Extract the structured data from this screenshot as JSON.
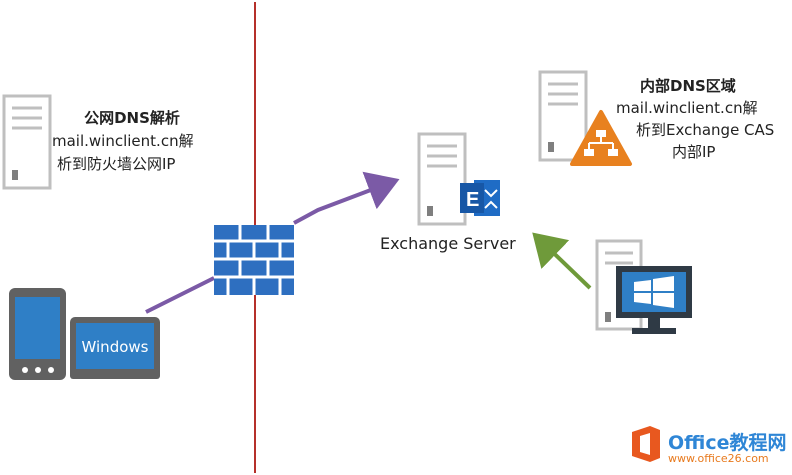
{
  "public_dns": {
    "title": "公网DNS解析",
    "line1": "mail.winclient.cn解",
    "line2": "析到防火墙公网IP"
  },
  "internal_dns": {
    "title": "内部DNS区域",
    "line1": "mail.winclient.cn解",
    "line2": "析到Exchange CAS",
    "line3": "内部IP"
  },
  "exchange_server": {
    "label": "Exchange Server"
  },
  "laptop": {
    "label": "Windows"
  },
  "watermark": {
    "name": "Office教程网",
    "url": "www.office26.com"
  },
  "colors": {
    "border_line": "#b5302a",
    "arrow_external": "#7b5aa6",
    "arrow_internal": "#6f9a3a",
    "firewall": "#2e6fc0",
    "server_gray": "#bfbfbf",
    "dns_orange": "#e8811f",
    "exchange_blue": "#1f6cc5",
    "device_blue": "#2f7fc6"
  },
  "icons": [
    "server-icon",
    "firewall-icon",
    "exchange-logo-icon",
    "dns-zone-icon",
    "windows-logo-icon",
    "tablet-icon",
    "laptop-icon",
    "monitor-icon",
    "office-logo-icon"
  ]
}
